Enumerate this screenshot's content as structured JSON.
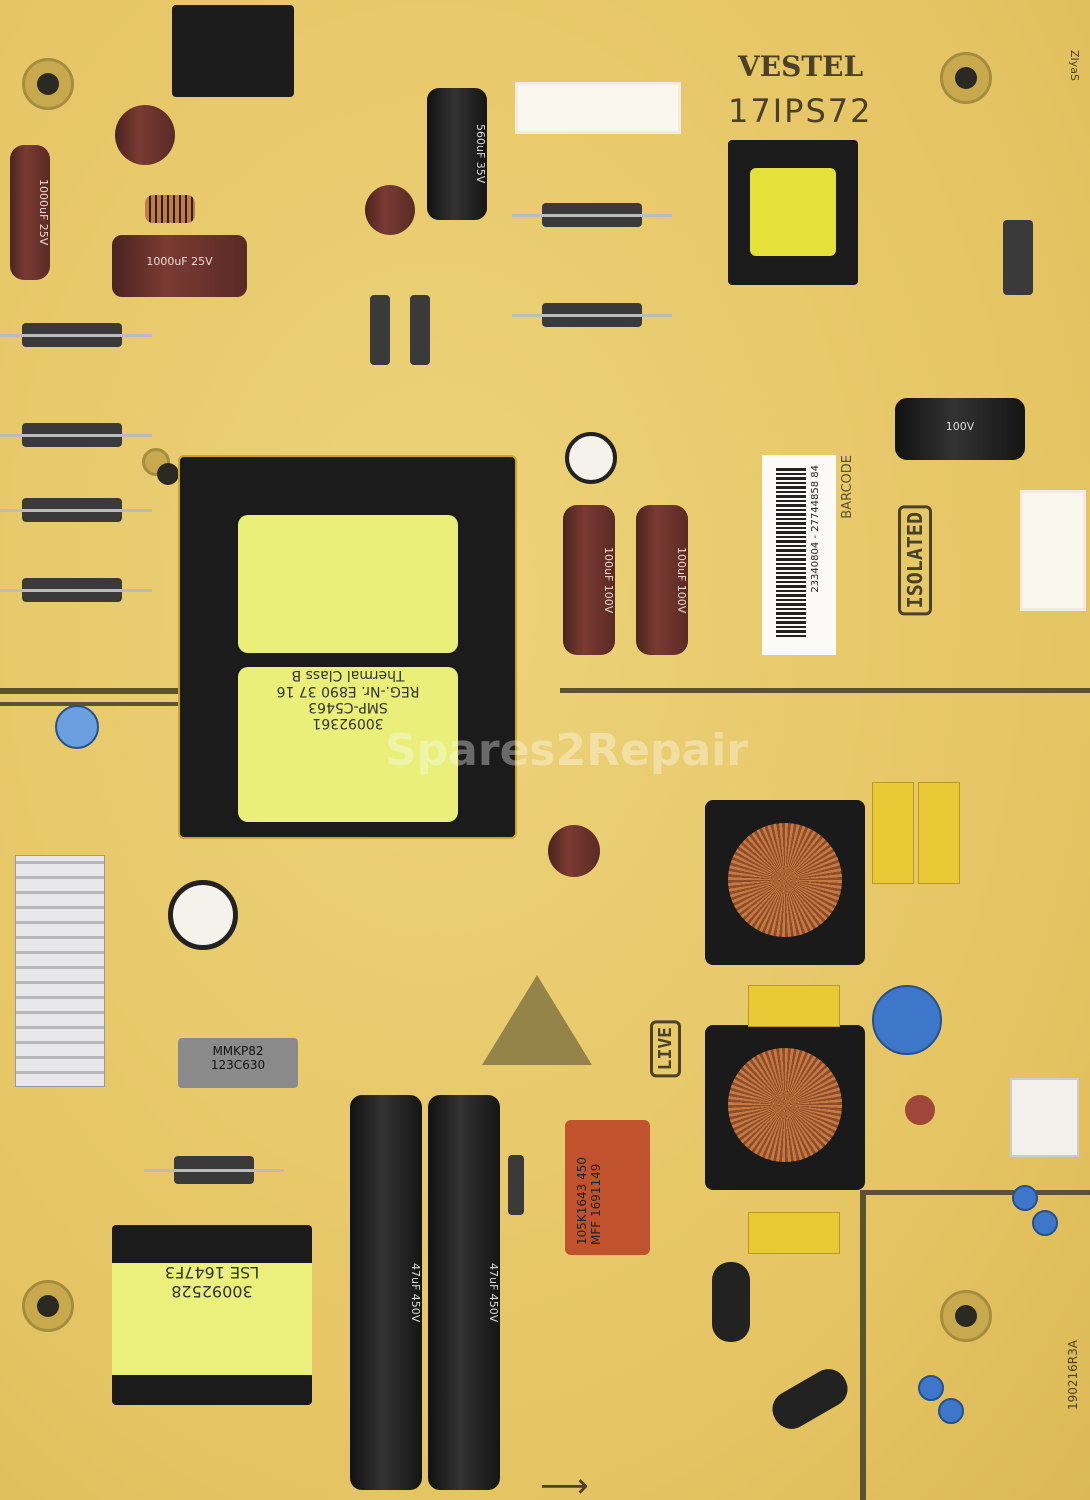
{
  "board": {
    "brand": "VESTEL",
    "model": "17IPS72",
    "corner_code": "ZIyaS",
    "revision": "190216R3A",
    "isolated_label": "ISOLATED",
    "live_label": "LIVE",
    "barcode_label": "BARCODE",
    "barcode_number": "23340804 - 27744858 84",
    "watermark": "Spares2Repair",
    "colors": {
      "pcb": "#e7c868",
      "trace": "#5b5330",
      "copper": "#c57a45"
    }
  },
  "main_transformer": {
    "label_lines": [
      "30092361",
      "SMP-C5463",
      "REG.-Nr. E890 37 16",
      "Thermal Class B"
    ]
  },
  "standby_transformer": {
    "label_lines": [
      "30092528",
      "LSE 1647F3"
    ]
  },
  "capacitors": {
    "bulk": {
      "voltage": "450V",
      "capacitance": "47uF"
    },
    "mid": {
      "voltage": "100V",
      "capacitance": "100uF"
    },
    "aux": {
      "voltage": "25V",
      "capacitance": "1000uF"
    },
    "out": {
      "voltage": "35V",
      "capacitance": "560uF"
    },
    "filter_film": {
      "label_lines": [
        "105K1643",
        "450 MFF",
        "1691149"
      ]
    },
    "ptc": {
      "label": "MMKP82",
      "code": "123C630"
    }
  }
}
